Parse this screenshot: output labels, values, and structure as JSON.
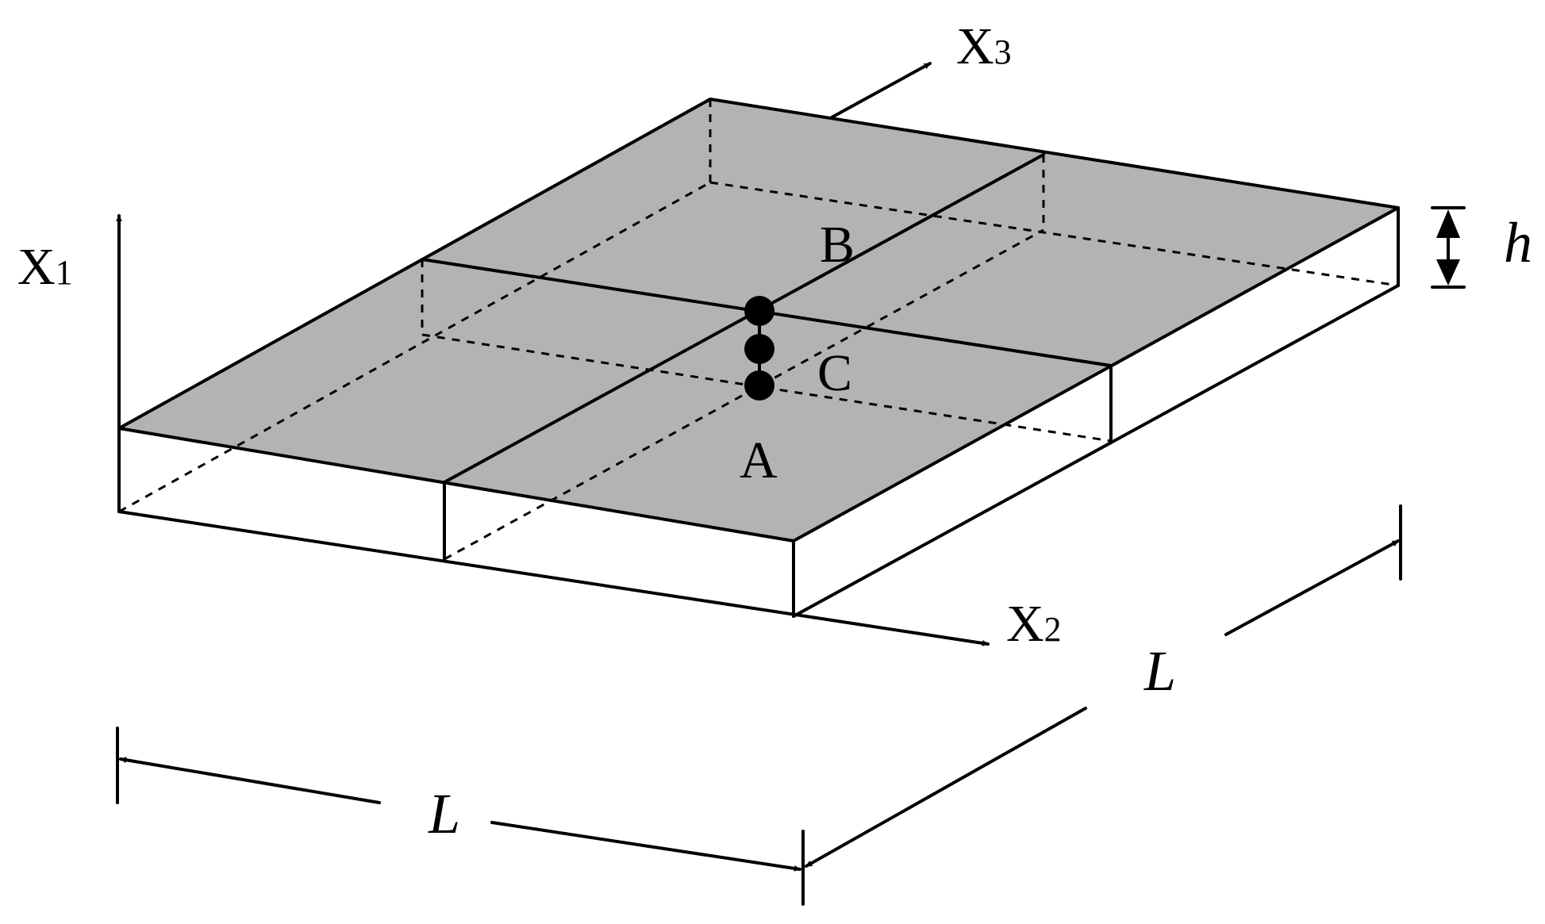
{
  "axes": {
    "x1": {
      "base": "X",
      "sub": "1"
    },
    "x2": {
      "base": "X",
      "sub": "2"
    },
    "x3": {
      "base": "X",
      "sub": "3"
    }
  },
  "points": {
    "a": "A",
    "b": "B",
    "c": "C"
  },
  "dimensions": {
    "length_front": "L",
    "length_side": "L",
    "thickness": "h"
  },
  "colors": {
    "top_face": "#b3b3b3",
    "line": "#000000",
    "background": "#ffffff"
  }
}
